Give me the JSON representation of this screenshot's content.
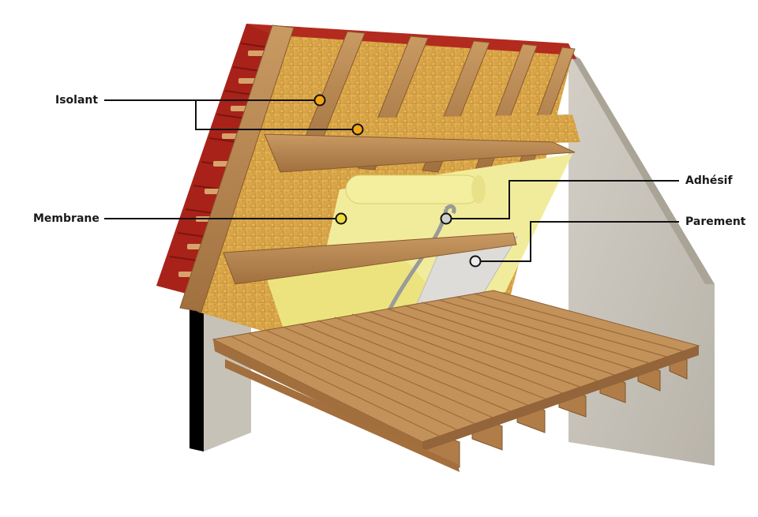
{
  "labels": {
    "isolant": "Isolant",
    "membrane": "Membrane",
    "adhesif": "Adhésif",
    "parement": "Parement"
  },
  "colors": {
    "tile": "#a8221a",
    "insulation": "#dca84a",
    "membrane": "#f1ec9c",
    "wood": "#b57f48",
    "concrete": "#cbc6bc",
    "marker_orange": "#f2a516",
    "marker_yellow": "#f0dc3c",
    "marker_grey": "#cfcfcf",
    "leader": "#111111"
  }
}
